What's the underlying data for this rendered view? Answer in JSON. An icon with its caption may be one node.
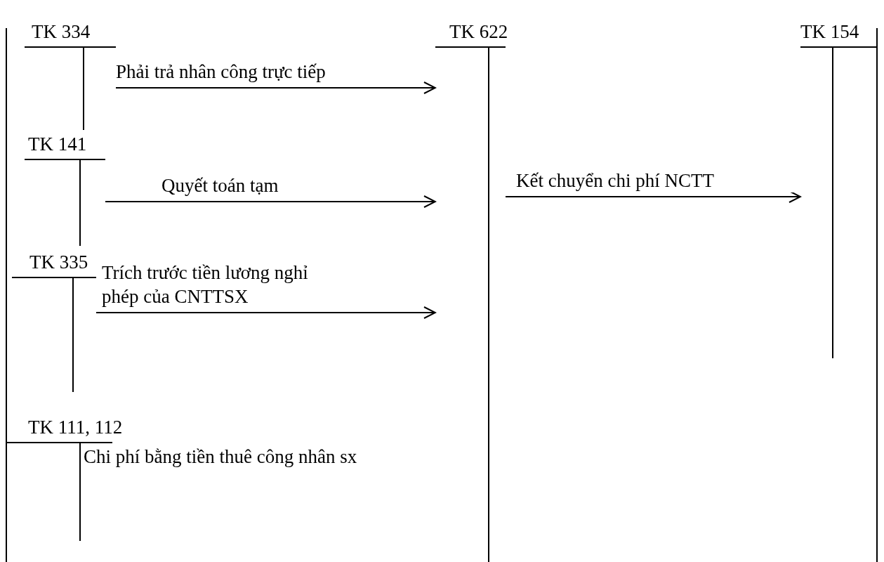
{
  "diagram": {
    "nodes": [
      {
        "text": [
          "TK 334"
        ]
      },
      {
        "text": [
          "TK 622"
        ]
      },
      {
        "text": [
          "TK 154"
        ]
      },
      {
        "text": [
          "TK 141"
        ]
      },
      {
        "text": [
          "TK 335"
        ]
      },
      {
        "text": [
          "TK 111, 112"
        ],
        "beside": [
          "Chi phí bằng tiền thuê công nhân sx"
        ]
      }
    ],
    "edges": [
      {
        "from": 0,
        "to": 1,
        "arrow": "to",
        "label": "Phải trả nhân công trực tiếp"
      },
      {
        "from": 3,
        "to": 1,
        "arrow": "to",
        "label": "Quyết toán tạm"
      },
      {
        "from": 1,
        "to": 2,
        "arrow": "to",
        "label": "Kết chuyển chi phí NCTT"
      },
      {
        "from": 4,
        "to": 1,
        "arrow": "to",
        "label": "Trích trước tiền lương nghỉ phép của CNTTSX"
      }
    ]
  }
}
